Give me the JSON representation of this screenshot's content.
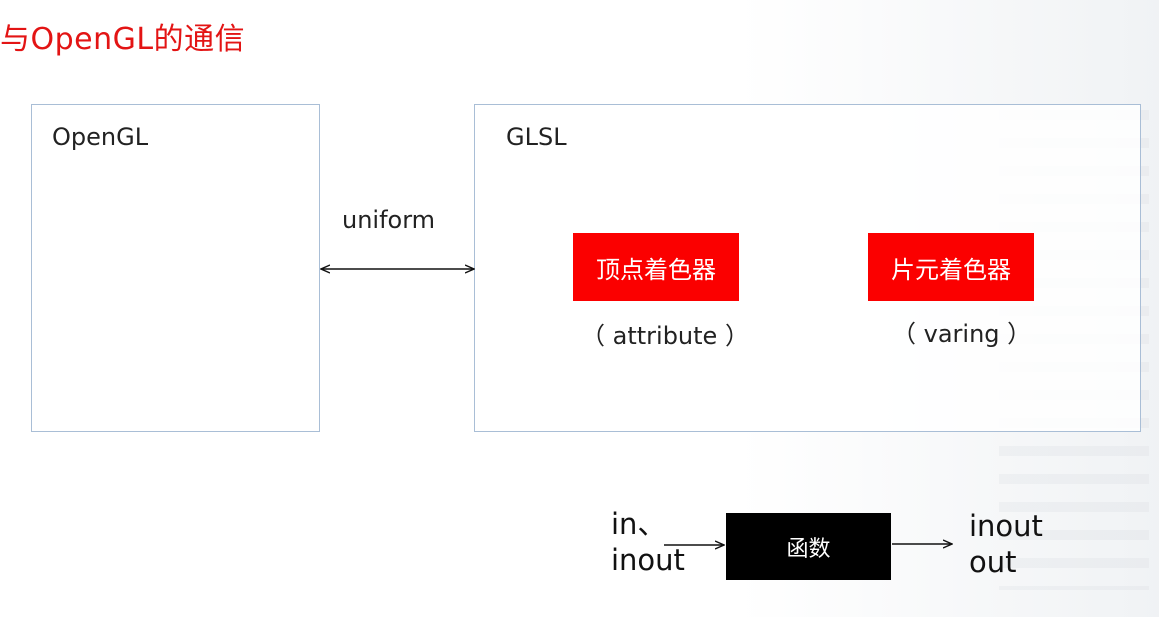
{
  "title": "与OpenGL的通信",
  "opengl_box": {
    "label": "OpenGL"
  },
  "glsl_box": {
    "label": "GLSL",
    "vertex_shader": {
      "label": "顶点着色器",
      "sub": "（ attribute ）"
    },
    "fragment_shader": {
      "label": "片元着色器",
      "sub": "（ varing ）"
    }
  },
  "connection": {
    "label": "uniform"
  },
  "function_diagram": {
    "inputs": [
      "in、",
      "inout"
    ],
    "box_label": "函数",
    "outputs": [
      "inout",
      "out"
    ]
  },
  "colors": {
    "title": "#e31414",
    "shader_fill": "#fb0000",
    "box_border": "#a9bed6",
    "function_fill": "#000000"
  }
}
